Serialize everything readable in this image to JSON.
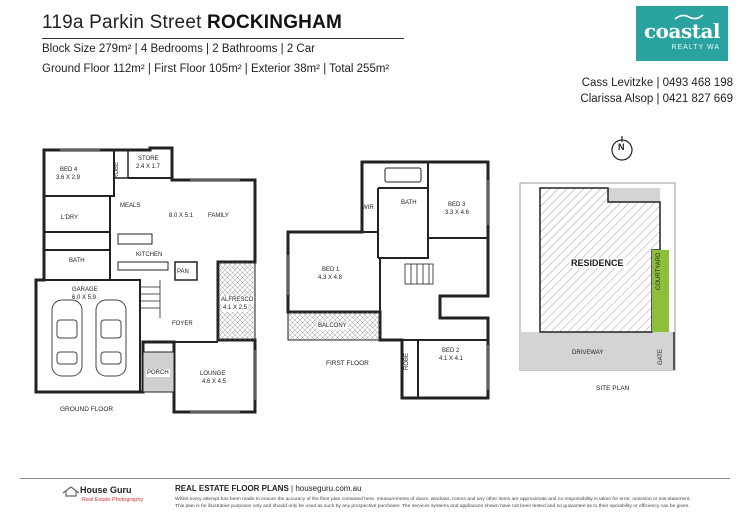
{
  "header": {
    "street": "119a Parkin Street",
    "suburb": "ROCKINGHAM",
    "spec_line1": "Block Size 279m² | 4 Bedrooms | 2 Bathrooms | 2 Car",
    "spec_line2": "Ground Floor 112m² | First Floor 105m² | Exterior 38m² | Total 255m²"
  },
  "logo": {
    "brand": "coastal",
    "tagline": "REALTY WA"
  },
  "agents": [
    {
      "line": "Cass Levitzke  | 0493 468 198"
    },
    {
      "line": "Clarissa Alsop | 0421 827 669"
    }
  ],
  "ground_floor": {
    "caption": "GROUND FLOOR",
    "rooms": {
      "bed4_name": "BED 4",
      "bed4_size": "3.6 X 2.9",
      "robe": "ROBE",
      "store_name": "STORE",
      "store_size": "2.4 X 1.7",
      "meals": "MEALS",
      "family_size": "8.0 X 5.1",
      "family": "FAMILY",
      "ldry": "L'DRY",
      "bath": "BATH",
      "kitchen": "KITCHEN",
      "pan": "PAN",
      "garage_name": "GARAGE",
      "garage_size": "6.0 X 5.9",
      "alfresco_name": "ALFRESCO",
      "alfresco_size": "4.1 X 2.5",
      "foyer": "FOYER",
      "porch": "PORCH",
      "lounge_name": "LOUNGE",
      "lounge_size": "4.6 X 4.5"
    }
  },
  "first_floor": {
    "caption": "FIRST FLOOR",
    "rooms": {
      "wir": "WIR",
      "bath": "BATH",
      "bed3_name": "BED 3",
      "bed3_size": "3.3 X 4.6",
      "bed1_name": "BED 1",
      "bed1_size": "4.3 X 4.8",
      "balcony": "BALCONY",
      "robe": "ROBE",
      "bed2_name": "BED 2",
      "bed2_size": "4.1 X 4.1"
    }
  },
  "site_plan": {
    "caption": "SITE PLAN",
    "north": "N",
    "residence": "RESIDENCE",
    "courtyard": "COURTYARD",
    "driveway": "DRIVEWAY",
    "gate": "GATE",
    "colors": {
      "courtyard": "#8dbf3a",
      "paving": "#d4d4d4"
    }
  },
  "footer": {
    "brand": "House Guru",
    "brand_sub": "Real Estate Photography",
    "plans_label": "REAL ESTATE FLOOR PLANS",
    "plans_site": "| houseguru.com.au",
    "disclaimer1": "Whilst every attempt has been made to ensure the accuracy of the floor plan contained here, measurements of doors, windows, rooms and any other items are approximate and no responsibility is taken for error, omission or mis-statement.",
    "disclaimer2": "This plan is for illustrative purposes only and should only be used as such by any prospective purchaser. The services systems and appliances shown have not been tested and no guarantee as to their operability or efficiency can be given."
  }
}
